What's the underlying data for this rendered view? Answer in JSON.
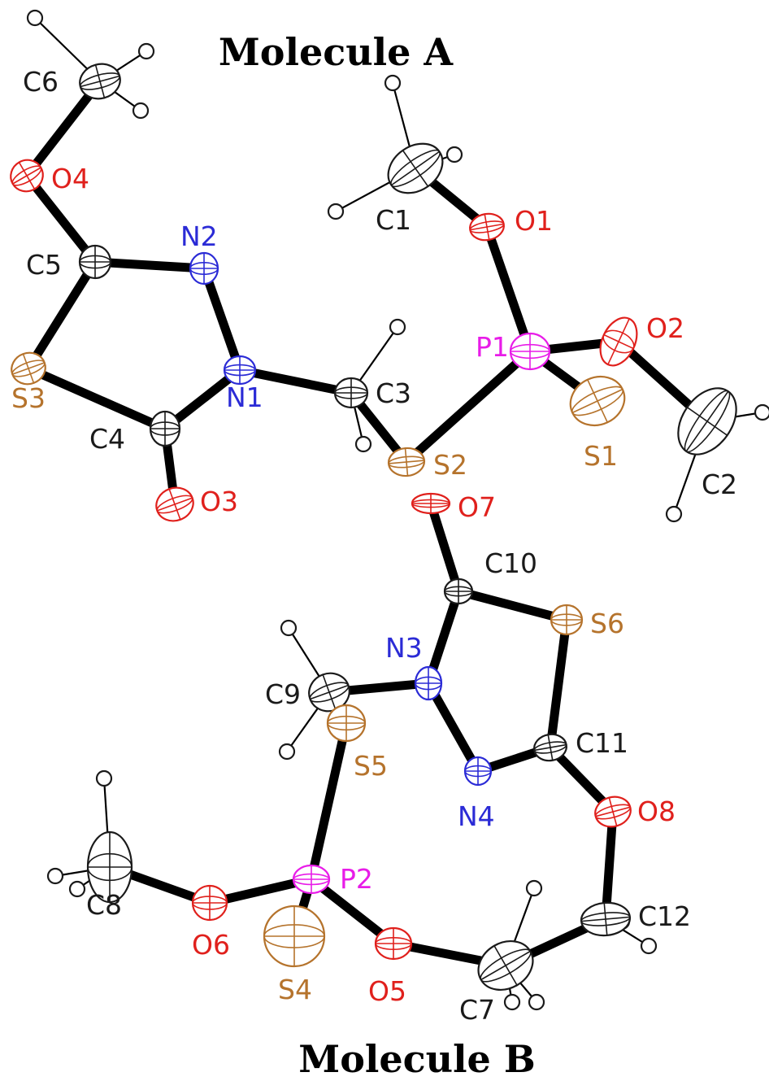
{
  "colors": {
    "C": "#1a1a1a",
    "H": "#1a1a1a",
    "N": "#2b2bd6",
    "O": "#e0201c",
    "S": "#b5732c",
    "P": "#e81ce8"
  },
  "titles": {
    "top": "Molecule A",
    "bottom": "Molecule B"
  },
  "atoms": [
    {
      "id": "C6",
      "el": "C",
      "label": "C6"
    },
    {
      "id": "O4",
      "el": "O",
      "label": "O4"
    },
    {
      "id": "C5",
      "el": "C",
      "label": "C5"
    },
    {
      "id": "N2",
      "el": "N",
      "label": "N2"
    },
    {
      "id": "N1",
      "el": "N",
      "label": "N1"
    },
    {
      "id": "S3",
      "el": "S",
      "label": "S3"
    },
    {
      "id": "C4",
      "el": "C",
      "label": "C4"
    },
    {
      "id": "O3",
      "el": "O",
      "label": "O3"
    },
    {
      "id": "C3",
      "el": "C",
      "label": "C3"
    },
    {
      "id": "S2",
      "el": "S",
      "label": "S2"
    },
    {
      "id": "C1",
      "el": "C",
      "label": "C1"
    },
    {
      "id": "O1",
      "el": "O",
      "label": "O1"
    },
    {
      "id": "P1",
      "el": "P",
      "label": "P1"
    },
    {
      "id": "O2",
      "el": "O",
      "label": "O2"
    },
    {
      "id": "S1",
      "el": "S",
      "label": "S1"
    },
    {
      "id": "C2",
      "el": "C",
      "label": "C2"
    },
    {
      "id": "O7",
      "el": "O",
      "label": "O7"
    },
    {
      "id": "C10",
      "el": "C",
      "label": "C10"
    },
    {
      "id": "S6",
      "el": "S",
      "label": "S6"
    },
    {
      "id": "N3",
      "el": "N",
      "label": "N3"
    },
    {
      "id": "C9",
      "el": "C",
      "label": "C9"
    },
    {
      "id": "S5",
      "el": "S",
      "label": "S5"
    },
    {
      "id": "N4",
      "el": "N",
      "label": "N4"
    },
    {
      "id": "C11",
      "el": "C",
      "label": "C11"
    },
    {
      "id": "O8",
      "el": "O",
      "label": "O8"
    },
    {
      "id": "C12",
      "el": "C",
      "label": "C12"
    },
    {
      "id": "P2",
      "el": "P",
      "label": "P2"
    },
    {
      "id": "O6",
      "el": "O",
      "label": "O6"
    },
    {
      "id": "C8",
      "el": "C",
      "label": "C8"
    },
    {
      "id": "S4",
      "el": "S",
      "label": "S4"
    },
    {
      "id": "O5",
      "el": "O",
      "label": "O5"
    },
    {
      "id": "C7",
      "el": "C",
      "label": "C7"
    }
  ],
  "bonds": [
    [
      "C6",
      "O4"
    ],
    [
      "O4",
      "C5"
    ],
    [
      "C5",
      "N2"
    ],
    [
      "N2",
      "N1"
    ],
    [
      "C5",
      "S3"
    ],
    [
      "S3",
      "C4"
    ],
    [
      "C4",
      "N1"
    ],
    [
      "C4",
      "O3"
    ],
    [
      "N1",
      "C3"
    ],
    [
      "C3",
      "S2"
    ],
    [
      "S2",
      "P1"
    ],
    [
      "P1",
      "O1"
    ],
    [
      "O1",
      "C1"
    ],
    [
      "P1",
      "O2"
    ],
    [
      "O2",
      "C2"
    ],
    [
      "P1",
      "S1"
    ],
    [
      "O7",
      "C10"
    ],
    [
      "C10",
      "N3"
    ],
    [
      "C10",
      "S6"
    ],
    [
      "S6",
      "C11"
    ],
    [
      "C11",
      "N4"
    ],
    [
      "N4",
      "N3"
    ],
    [
      "N3",
      "C9"
    ],
    [
      "C9",
      "S5"
    ],
    [
      "S5",
      "P2"
    ],
    [
      "P2",
      "O6"
    ],
    [
      "O6",
      "C8"
    ],
    [
      "P2",
      "S4"
    ],
    [
      "P2",
      "O5"
    ],
    [
      "O5",
      "C7"
    ],
    [
      "C7",
      "C12"
    ],
    [
      "C11",
      "O8"
    ],
    [
      "O8",
      "C12"
    ]
  ]
}
